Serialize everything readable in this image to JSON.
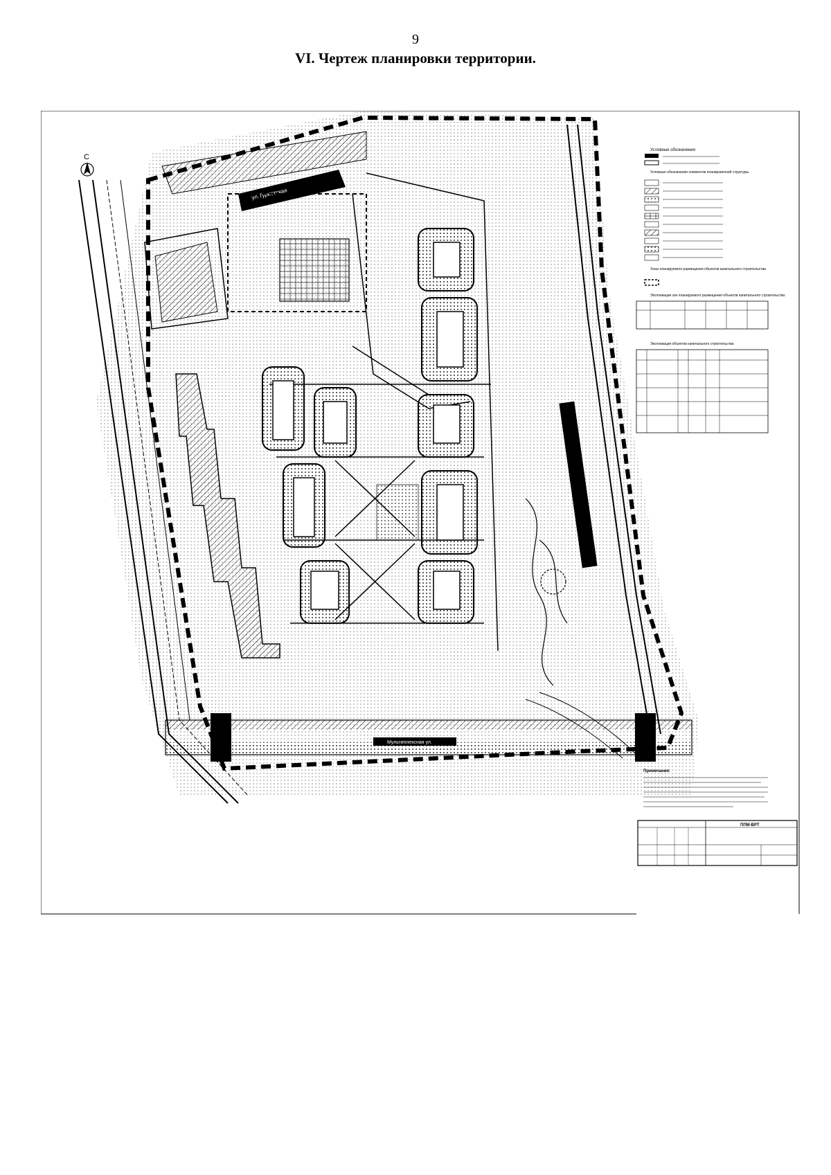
{
  "page": {
    "number": "9",
    "title": "VI. Чертеж планировки территории."
  },
  "drawing": {
    "north_marker": "С",
    "street_top": "ул.Туристская",
    "street_bottom": "Мультиплексная ул.",
    "legend_block_heading": "Условные обозначения",
    "legend_elements_heading": "Условные обозначения элементов планировочной структуры",
    "legend_zones_heading": "Зоны планируемого размещения объектов капитального строительства",
    "zones_table_title": "Экспликация зон планируемого размещения объектов капитального строительства",
    "objects_table_title": "Экспликация объектов капитального строительства",
    "notes_heading": "Примечания:",
    "stamp_code": "ППМ-ВРТ"
  },
  "colors": {
    "ink": "#000000",
    "paper": "#ffffff",
    "hatch": "#555555"
  }
}
